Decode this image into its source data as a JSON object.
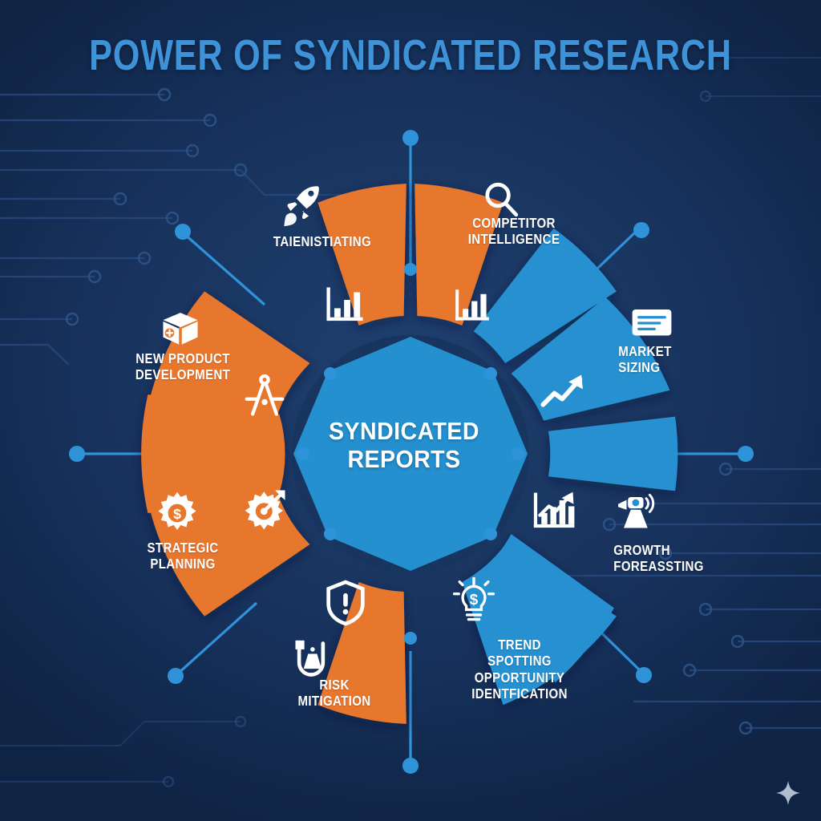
{
  "title": "POWER OF SYNDICATED RESEARCH",
  "hub": {
    "line1": "SYNDICATED",
    "line2": "REPORTS",
    "color": "#2590d0"
  },
  "colors": {
    "orange": "#E8772E",
    "blue": "#2590D0",
    "background_dark": "#12284c",
    "background_light": "#1e3f6e",
    "ring": "#16355f",
    "accent_dot": "#2f93da",
    "title": "#3e93d8",
    "label": "#ffffff"
  },
  "segments": [
    {
      "id": "talent-strategy",
      "label_lines": [
        "TAIENISTIATING"
      ],
      "color": "#E8772E",
      "icons": [
        "rocket-icon",
        "bar-chart-icon"
      ],
      "position": "top-left"
    },
    {
      "id": "competitor-intelligence",
      "label_lines": [
        "COMPETITOR",
        "INTELLIGENCE"
      ],
      "color": "#E8772E",
      "icons": [
        "magnifier-icon",
        "bar-chart-icon"
      ],
      "position": "top-right"
    },
    {
      "id": "market-sizing",
      "label_lines": [
        "MARKET",
        "SIZING"
      ],
      "color": "#2590D0",
      "icons": [
        "card-document-icon",
        "trend-arrow-icon"
      ],
      "position": "right-upper"
    },
    {
      "id": "growth-forecasting",
      "label_lines": [
        "GROWTH",
        "FOREASSTING"
      ],
      "color": "#2590D0",
      "icons": [
        "growth-chart-icon",
        "broadcast-icon"
      ],
      "position": "right-lower"
    },
    {
      "id": "trend-spotting",
      "label_lines": [
        "TREND",
        "SPOTTING",
        "OPPORTUNITY",
        "IDENTFICATION"
      ],
      "color": "#2590D0",
      "icons": [
        "lightbulb-dollar-icon"
      ],
      "position": "bottom-right"
    },
    {
      "id": "risk-mitigation",
      "label_lines": [
        "RISK",
        "MITIGATION"
      ],
      "color": "#E8772E",
      "icons": [
        "shield-alert-icon",
        "magnet-flask-icon"
      ],
      "position": "bottom-left"
    },
    {
      "id": "strategic-planning",
      "label_lines": [
        "STRATEGIC",
        "PLANNING"
      ],
      "color": "#E8772E",
      "icons": [
        "gear-dollar-icon",
        "gear-target-icon"
      ],
      "position": "left-lower"
    },
    {
      "id": "new-product-development",
      "label_lines": [
        "NEW PRODUCT",
        "DEVELOPMENT"
      ],
      "color": "#E8772E",
      "icons": [
        "product-box-icon",
        "compass-divider-icon"
      ],
      "position": "left-upper"
    }
  ],
  "decor": {
    "sparkle": "sparkle-icon",
    "connector_count": 8
  }
}
